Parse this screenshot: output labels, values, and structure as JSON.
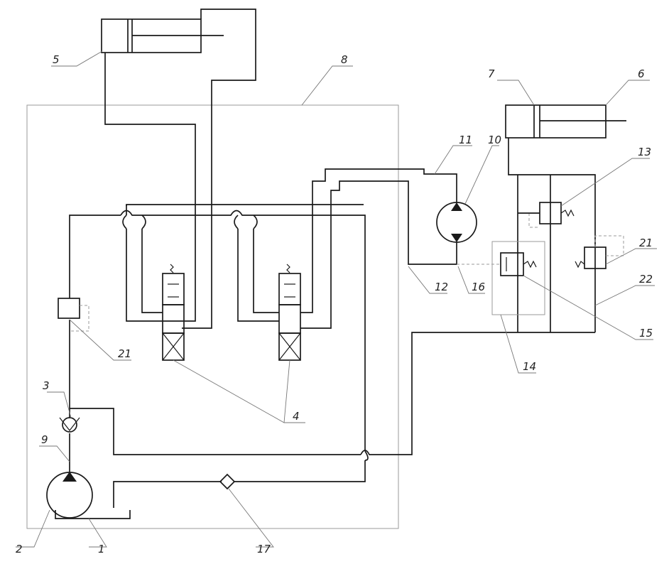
{
  "labels": {
    "l1": "1",
    "l2": "2",
    "l3": "3",
    "l4": "4",
    "l5": "5",
    "l6": "6",
    "l7": "7",
    "l8": "8",
    "l9": "9",
    "l10": "10",
    "l11": "11",
    "l12": "12",
    "l13": "13",
    "l14": "14",
    "l15": "15",
    "l16": "16",
    "l17": "17",
    "l21a": "21",
    "l21b": "21",
    "l22": "22"
  }
}
